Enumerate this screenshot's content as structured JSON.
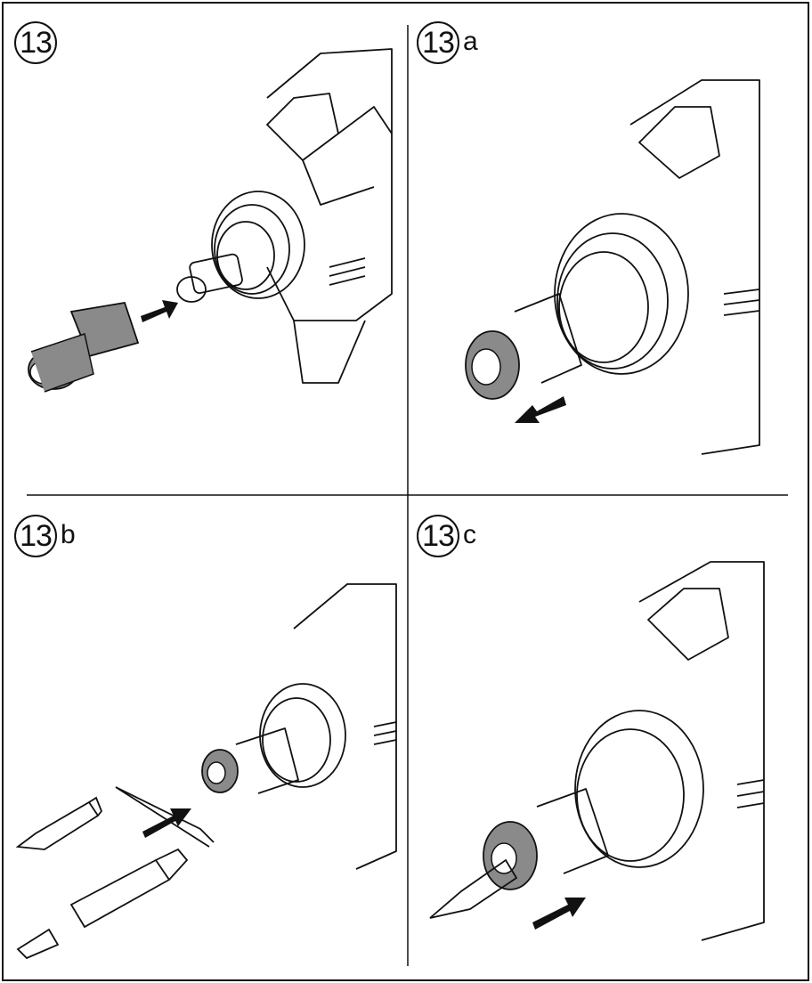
{
  "panels": [
    {
      "step": "13",
      "suffix": ""
    },
    {
      "step": "13",
      "suffix": "a"
    },
    {
      "step": "13",
      "suffix": "b"
    },
    {
      "step": "13",
      "suffix": "c"
    }
  ],
  "colors": {
    "line": "#111111",
    "socket_fill": "#8a8a8a",
    "background": "#ffffff"
  },
  "icons": [
    "impact-driver-icon",
    "socket-adapter-icon",
    "screwdriver-bit-icon",
    "bit-holder-icon",
    "direction-arrow-icon"
  ]
}
